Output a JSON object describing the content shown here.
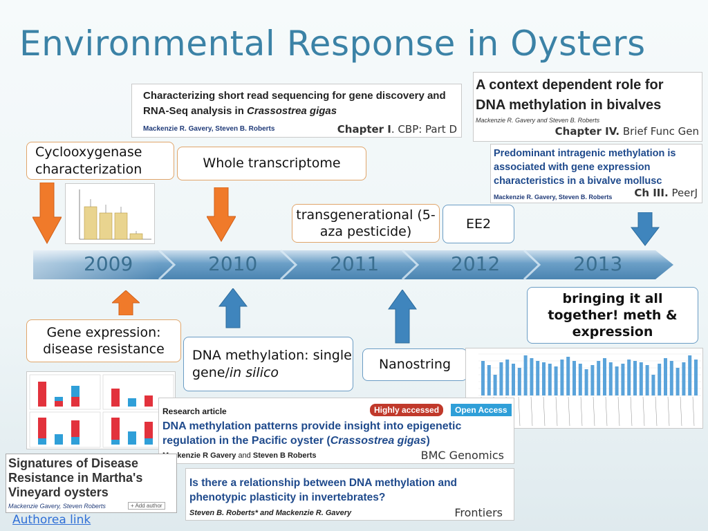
{
  "slide": {
    "title": "Environmental Response in Oysters"
  },
  "papers": {
    "cbp": {
      "title_line1": "Characterizing short read sequencing for gene discovery and",
      "title_line2_pre": "RNA-Seq analysis in ",
      "title_line2_species": "Crassostrea gigas",
      "authors": "Mackenzie R. Gavery, Steven B. Roberts",
      "chapter_bold": "Chapter I",
      "chapter_rest": ". CBP: Part D"
    },
    "bfg": {
      "title_line1": "A context dependent role for",
      "title_line2": "DNA methylation in bivalves",
      "authors": "Mackenzie R. Gavery and Steven B. Roberts",
      "chapter_bold": "Chapter IV.",
      "chapter_rest": " Brief Func Gen"
    },
    "peerj": {
      "title_line1": "Predominant intragenic methylation is",
      "title_line2": "associated with gene expression",
      "title_line3": "characteristics in a bivalve mollusc",
      "authors": "Mackenzie R. Gavery, Steven B. Roberts",
      "chapter_bold": "Ch III.",
      "chapter_rest": " PeerJ"
    },
    "bmc": {
      "section": "Research article",
      "badge_highly": "Highly accessed",
      "badge_open": "Open Access",
      "title_line1": "DNA methylation patterns provide insight into epigenetic",
      "title_line2_pre": "regulation in the Pacific oyster (",
      "title_line2_species": "Crassostrea gigas",
      "title_line2_post": ")",
      "authors_a": "Mackenzie R Gavery",
      "authors_and": " and ",
      "authors_b": "Steven B Roberts",
      "journal": "BMC Genomics"
    },
    "frontiers": {
      "title_line1": "Is there a relationship between DNA methylation and",
      "title_line2": "phenotypic plasticity in invertebrates?",
      "authors": "Steven B. Roberts* and Mackenzie R. Gavery",
      "journal": "Frontiers"
    },
    "authorea": {
      "title_line1": "Signatures of Disease",
      "title_line2": "Resistance in Martha's",
      "title_line3": "Vineyard oysters",
      "authors": "Mackenzie Gavery, Steven Roberts",
      "add_author": "+ Add author",
      "link": "Authorea link"
    }
  },
  "callouts": {
    "cox": "Cyclooxygenase characterization",
    "transcriptome": "Whole transcriptome",
    "transgen": "transgenerational (5-aza pesticide)",
    "ee2": "EE2",
    "gene_expr": "Gene expression: disease resistance",
    "dna_meth_pre": "DNA methylation: single gene/",
    "dna_meth_ital": "in silico",
    "nanostring": "Nanostring",
    "together": "bringing it all together! meth & expression"
  },
  "timeline": {
    "years": [
      "2009",
      "2010",
      "2011",
      "2012",
      "2013"
    ]
  },
  "colors": {
    "title": "#3b82a6",
    "timeline": "#4d88b4",
    "arrow_orange": "#f07a2a",
    "arrow_blue": "#3f85bd"
  }
}
